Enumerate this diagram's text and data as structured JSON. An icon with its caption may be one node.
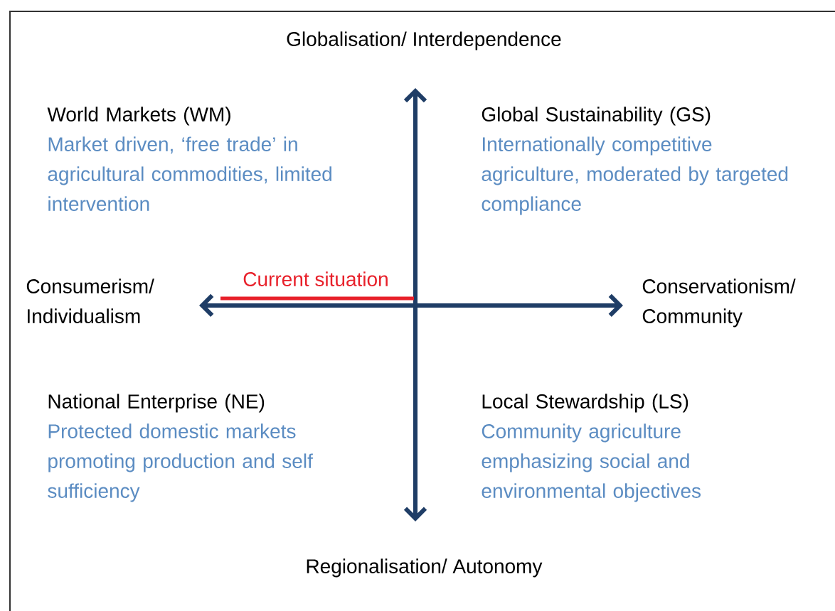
{
  "diagram": {
    "labels": [
      "Globalisation/ Interdependence",
      "World Markets (WM)",
      "Market driven, ‘free trade’ in agricultural commodities, limited intervention",
      "Global Sustainability (GS)",
      "Internationally competitive agriculture, moderated by targeted compliance",
      "Current situation",
      "Consumerism/ Individualism",
      "Conservationism/ Community",
      "National Enterprise (NE)",
      "Protected domestic markets promoting production and self sufficiency",
      "Local Stewardship (LS)",
      "Community agriculture emphasizing social and environmental objectives",
      "Regionalisation/ Autonomy"
    ]
  }
}
